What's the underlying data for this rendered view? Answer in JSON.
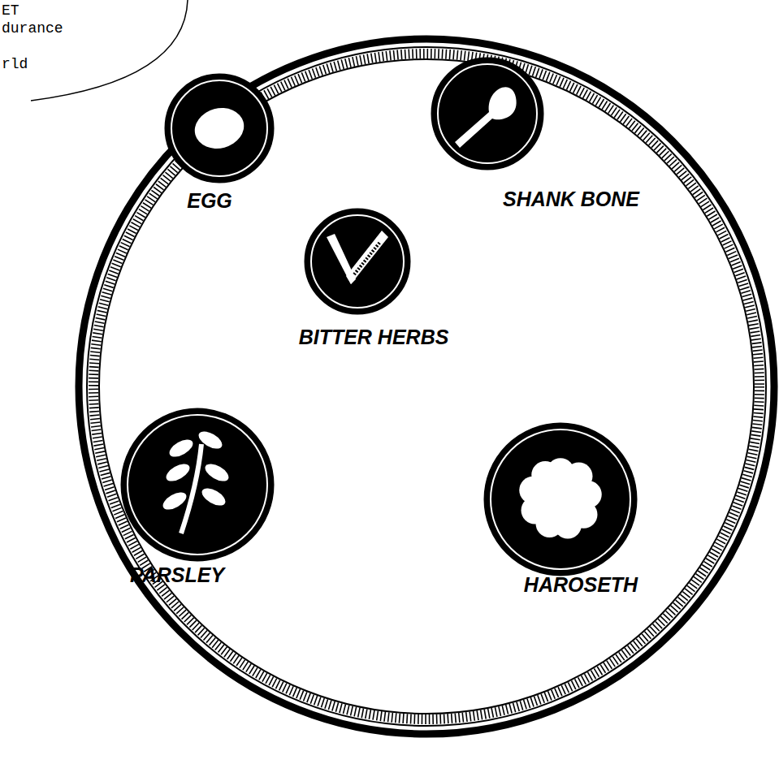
{
  "diagram": {
    "nodes": [
      {
        "text": [
          "EGG"
        ]
      },
      {
        "text": [
          "SHANK BONE"
        ]
      },
      {
        "text": [
          "BITTER HERBS"
        ]
      },
      {
        "text": [
          "PARSLEY"
        ]
      },
      {
        "text": [
          "HAROSETH"
        ]
      }
    ],
    "labels": [
      "ET",
      "durance",
      "rld"
    ]
  }
}
